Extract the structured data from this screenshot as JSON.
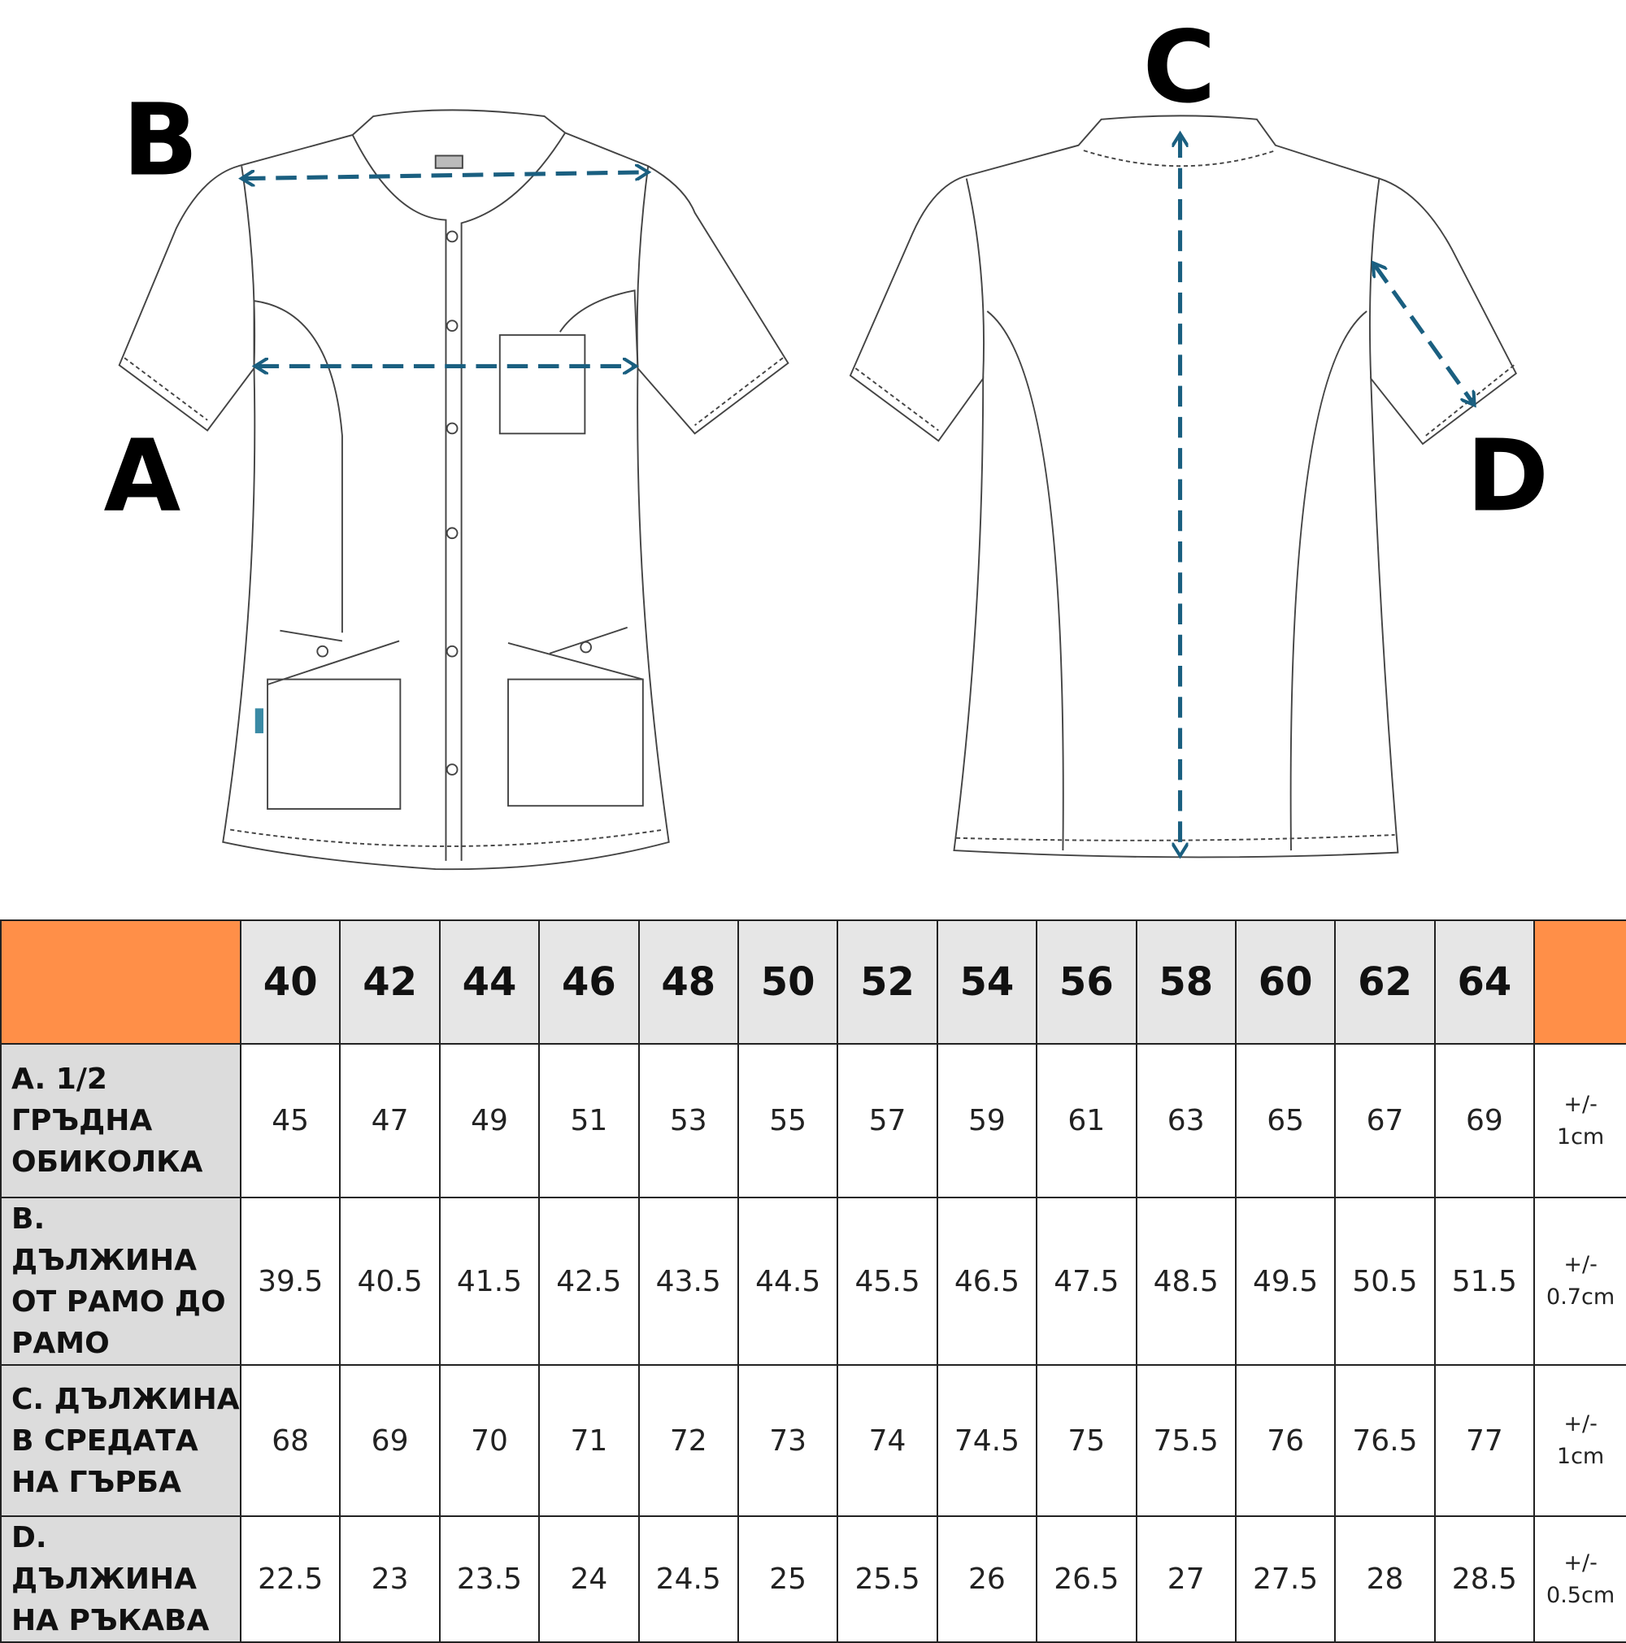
{
  "diagram": {
    "labels": {
      "A": "A",
      "B": "B",
      "C": "C",
      "D": "D"
    },
    "arrow_color": "#1a5f80"
  },
  "table": {
    "header_color": "#ff8f48",
    "sizes": [
      "40",
      "42",
      "44",
      "46",
      "48",
      "50",
      "52",
      "54",
      "56",
      "58",
      "60",
      "62",
      "64"
    ],
    "rows": [
      {
        "label": "A. 1/2 ГРЪДНА ОБИКОЛКА",
        "values": [
          "45",
          "47",
          "49",
          "51",
          "53",
          "55",
          "57",
          "59",
          "61",
          "63",
          "65",
          "67",
          "69"
        ],
        "tol_1": "+/-",
        "tol_2": "1cm"
      },
      {
        "label": "B. ДЪЛЖИНА ОТ РАМО ДО РАМО",
        "values": [
          "39.5",
          "40.5",
          "41.5",
          "42.5",
          "43.5",
          "44.5",
          "45.5",
          "46.5",
          "47.5",
          "48.5",
          "49.5",
          "50.5",
          "51.5"
        ],
        "tol_1": "+/-",
        "tol_2": "0.7cm"
      },
      {
        "label": "C. ДЪЛЖИНА В СРЕДАТА НА ГЪРБА",
        "values": [
          "68",
          "69",
          "70",
          "71",
          "72",
          "73",
          "74",
          "74.5",
          "75",
          "75.5",
          "76",
          "76.5",
          "77"
        ],
        "tol_1": "+/-",
        "tol_2": "1cm"
      },
      {
        "label": "D. ДЪЛЖИНА НА РЪКАВА",
        "values": [
          "22.5",
          "23",
          "23.5",
          "24",
          "24.5",
          "25",
          "25.5",
          "26",
          "26.5",
          "27",
          "27.5",
          "28",
          "28.5"
        ],
        "tol_1": "+/-",
        "tol_2": "0.5cm"
      }
    ]
  }
}
